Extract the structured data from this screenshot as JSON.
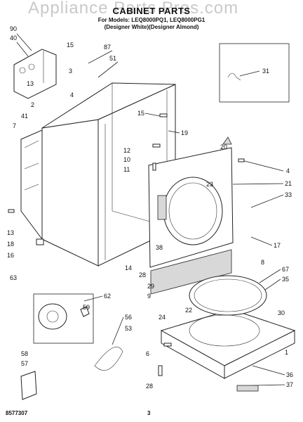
{
  "watermark": "Appliance Parts Pros.com",
  "header": {
    "title": "CABINET PARTS",
    "model_line": "For Models: LEQ8000PQ1, LEQ8000PG1",
    "color_line": "(Designer White)(Designer Almond)"
  },
  "footer": {
    "part_number": "8577307",
    "page_number": "3"
  },
  "callouts": [
    "90",
    "40",
    "13",
    "4",
    "41",
    "2",
    "7",
    "15",
    "87",
    "51",
    "3",
    "15",
    "19",
    "20",
    "12",
    "10",
    "11",
    "31",
    "4",
    "21",
    "23",
    "33",
    "13",
    "18",
    "16",
    "38",
    "17",
    "8",
    "14",
    "28",
    "29",
    "63",
    "62",
    "59",
    "56",
    "53",
    "58",
    "57",
    "67",
    "35",
    "9",
    "22",
    "24",
    "30",
    "6",
    "28",
    "36",
    "37",
    "1"
  ]
}
